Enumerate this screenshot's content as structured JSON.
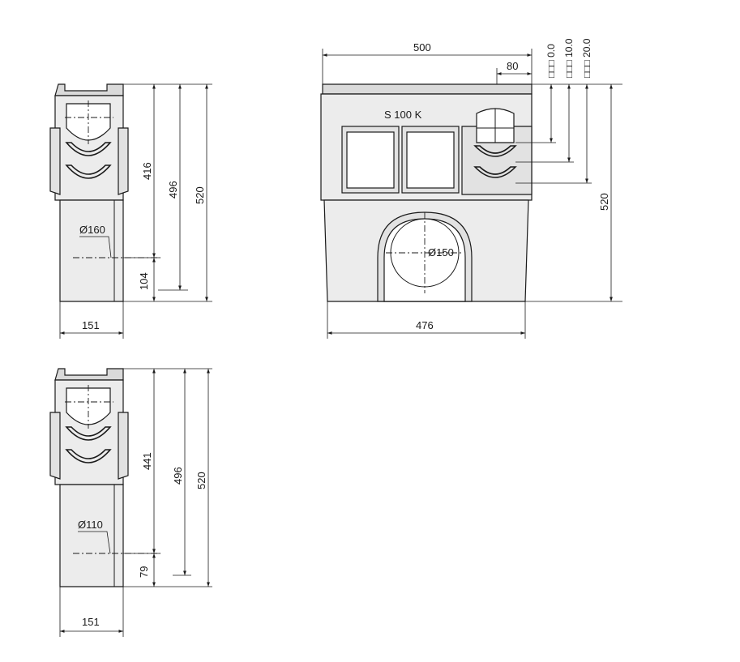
{
  "front_view": {
    "label": "S 100 K",
    "dim_width_top": "500",
    "dim_offset": "80",
    "dim_width_bottom": "476",
    "dim_height": "520",
    "outlet_diameter": "Ø150",
    "level_labels": [
      "□□□ 0.0",
      "□□□ 10.0",
      "□□□ 20.0"
    ]
  },
  "side_view_top": {
    "dim_height_1": "416",
    "dim_height_2": "496",
    "dim_height_3": "520",
    "dim_bottom": "104",
    "dim_width": "151",
    "outlet_diameter": "Ø160"
  },
  "side_view_bottom": {
    "dim_height_1": "441",
    "dim_height_2": "496",
    "dim_height_3": "520",
    "dim_bottom": "79",
    "dim_width": "151",
    "outlet_diameter": "Ø110"
  }
}
